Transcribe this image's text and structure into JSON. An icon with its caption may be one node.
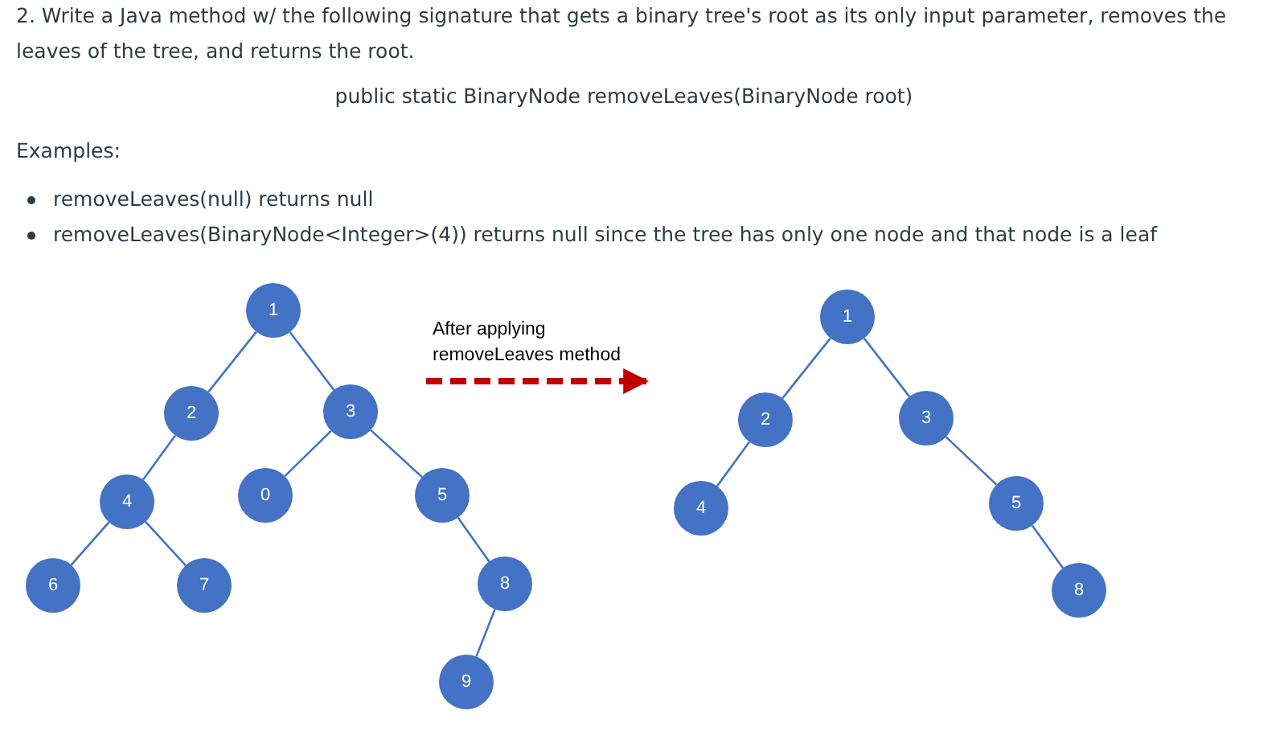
{
  "diagram": {
    "nodes": [
      {
        "text": [
          "1"
        ]
      },
      {
        "text": [
          "2"
        ]
      },
      {
        "text": [
          "3"
        ]
      },
      {
        "text": [
          "4"
        ]
      },
      {
        "text": [
          "0"
        ]
      },
      {
        "text": [
          "5"
        ]
      },
      {
        "text": [
          "6"
        ]
      },
      {
        "text": [
          "7"
        ]
      },
      {
        "text": [
          "8"
        ]
      },
      {
        "text": [
          "9"
        ]
      },
      {
        "text": [
          "1"
        ]
      },
      {
        "text": [
          "2"
        ]
      },
      {
        "text": [
          "3"
        ]
      },
      {
        "text": [
          "4"
        ]
      },
      {
        "text": [
          "5"
        ]
      },
      {
        "text": [
          "8"
        ]
      }
    ],
    "edges": [
      {
        "from": 0,
        "to": 1,
        "arrow": "none"
      },
      {
        "from": 0,
        "to": 2,
        "arrow": "none"
      },
      {
        "from": 1,
        "to": 3,
        "arrow": "none"
      },
      {
        "from": 2,
        "to": 4,
        "arrow": "none"
      },
      {
        "from": 2,
        "to": 5,
        "arrow": "none"
      },
      {
        "from": 3,
        "to": 6,
        "arrow": "none"
      },
      {
        "from": 3,
        "to": 7,
        "arrow": "none"
      },
      {
        "from": 5,
        "to": 8,
        "arrow": "none"
      },
      {
        "from": 8,
        "to": 9,
        "arrow": "none"
      },
      {
        "from": 10,
        "to": 11,
        "arrow": "none"
      },
      {
        "from": 10,
        "to": 12,
        "arrow": "none"
      },
      {
        "from": 11,
        "to": 13,
        "arrow": "none"
      },
      {
        "from": 12,
        "to": 14,
        "arrow": "none"
      },
      {
        "from": 14,
        "to": 15,
        "arrow": "none"
      }
    ],
    "labels": [
      "2. Write a Java method w/ the following signature that gets a binary tree's root as its only input parameter, removes the leaves of the tree, and returns the root.",
      "public static BinaryNode removeLeaves(BinaryNode root)",
      "Examples:",
      "removeLeaves(null) returns null",
      "removeLeaves(BinaryNode<Integer>(4)) returns null since the tree has only one node and that node is a leaf",
      "After applying removeLeaves method"
    ]
  }
}
